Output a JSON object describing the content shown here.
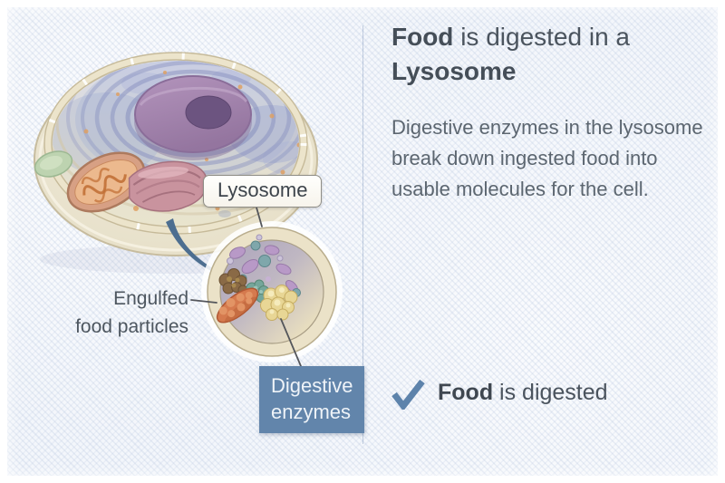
{
  "title": {
    "bold": "Food",
    "rest": " is digested in a",
    "line2": "Lysosome"
  },
  "body": {
    "lines": [
      "Digestive enzymes in the lysosome",
      "break down ingested food into",
      "usable molecules for the cell."
    ]
  },
  "status": {
    "bold": "Food",
    "rest": " is digested"
  },
  "labels": {
    "lysosome": "Lysosome",
    "engulfed": [
      "Engulfed",
      "food particles"
    ],
    "digestive": [
      "Digestive",
      "enzymes"
    ]
  },
  "colors": {
    "accent_blue_box": "#6285ab",
    "checkmark_blue": "#5d83ab",
    "title_text": "#454e58",
    "body_text": "#5c6670",
    "leader_line": "#54565b"
  }
}
